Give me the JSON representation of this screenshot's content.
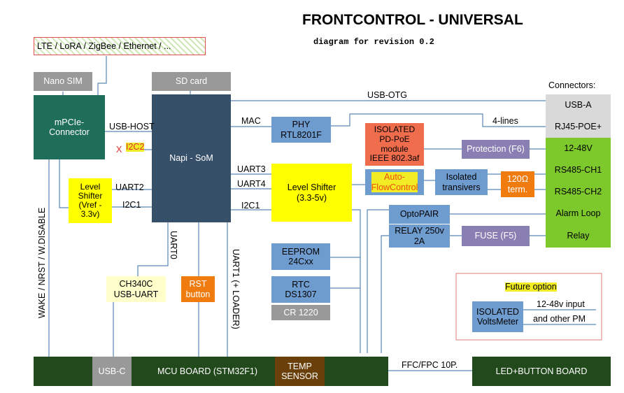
{
  "title": "FRONTCONTROL - UNIVERSAL",
  "subtitle": "diagram for revision 0.2",
  "colors": {
    "dark_green": "#22491c",
    "teal": "#1e6e5a",
    "slate": "#37506a",
    "grey": "#999999",
    "yellow": "#ffff00",
    "light_yellow": "#ffffcc",
    "blue": "#6f9ccf",
    "orange": "#f07b0f",
    "coral": "#ef6c4c",
    "purple": "#8a7fb2",
    "green": "#7dc82b",
    "light_grey": "#d9d9d9",
    "brown": "#6b3f0a",
    "hatch_red": "#e05050"
  },
  "blocks": {
    "lte": "LTE / LoRA / ZigBee / Ethernet / ...",
    "nano_sim": "Nano SIM",
    "sd_card": "SD card",
    "mpcie": "mPCIe-\nConnector",
    "napi": "Napi - SoM",
    "phy": "PHY\nRTL8201F",
    "poe": "ISOLATED\nPD-PoE module\nIEEE 802.3af",
    "protection": "Protection (F6)",
    "level_shifter_left": "Level\nShifter\n(Vref -\n3.3v)",
    "level_shifter_main": "Level Shifter\n(3.3-5v)",
    "auto_flow": "Auto-\nFlowControl",
    "isolated_transivers": "Isolated\ntransivers",
    "term": "120Ω\nterm.",
    "opto": "OptoPAIR",
    "relay": "RELAY 250v\n2A",
    "fuse": "FUSE (F5)",
    "eeprom": "EEPROM\n24Cxx",
    "rtc": "RTC\nDS1307",
    "cr1220": "CR 1220",
    "ch340": "CH340C\nUSB-UART",
    "rst": "RST\nbutton",
    "mcu": "MCU BOARD (STM32F1)",
    "usbc": "USB-C",
    "temp": "TEMP\nSENSOR",
    "led_board": "LED+BUTTON BOARD",
    "future_option": "Future option",
    "volts_meter": "ISOLATED\nVoltsMeter",
    "volts_input": "12-48v input",
    "volts_pm": "and other PM"
  },
  "connectors": {
    "title": "Connectors:",
    "items": [
      "USB-A",
      "RJ45-POE+",
      "12-48V",
      "RS485-CH1",
      "RS485-CH2",
      "Alarm Loop",
      "Relay"
    ]
  },
  "links": {
    "usb_otg": "USB-OTG",
    "usb_host": "USB-HOST",
    "mac": "MAC",
    "four_lines": "4-lines",
    "i2c2": "I2C2",
    "x_mark": "X",
    "uart2": "UART2",
    "i2c1_left": "I2C1",
    "uart3": "UART3",
    "uart4": "UART4",
    "i2c1_right": "I2C1",
    "uart0": "UART0",
    "uart1": "UART1 (+ LOADER)",
    "wake": "WAKE / NRST / W.DISABLE",
    "ffc": "FFC/FPC 10P."
  }
}
